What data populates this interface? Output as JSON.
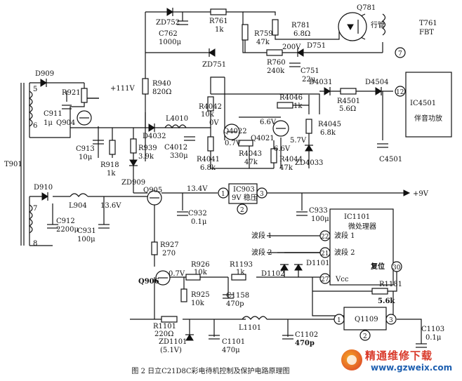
{
  "caption": "图 2 日立C21D8C彩电待机控制及保护电路原理图",
  "watermark": {
    "title": "精通维修下载",
    "url": "www.gzweix.com"
  },
  "labels": {
    "D909": "D909",
    "R921": "R921",
    "v111": "+111V",
    "C911": "C911",
    "C911v": "1μ",
    "Q904": "Q904",
    "C913": "C913",
    "C913v": "10μ",
    "R918": "R918",
    "R918v": "1k",
    "T901": "T901",
    "pin5": "5",
    "pin6": "6",
    "pin7": "7",
    "pin8": "8",
    "ZD752": "ZD752",
    "C762": "C762",
    "C762v": "1000μ",
    "R761": "R761",
    "R761v": "1k",
    "R759": "R759",
    "R759v": "47k",
    "R781": "R781",
    "R781v": "6.8Ω",
    "Q781": "Q781",
    "Q781n": "行管",
    "T761": "T761",
    "FBT": "FBT",
    "p7": "7",
    "ZD751": "ZD751",
    "v200": "200V",
    "D751": "D751",
    "R760": "R760",
    "R760v": "240k",
    "C751": "C751",
    "C751v": "22μ",
    "R940": "R940",
    "R940v": "820Ω",
    "D4031": "D4031",
    "D4504": "D4504",
    "R4501": "R4501",
    "R4501v": "5.6Ω",
    "IC4501": "IC4501",
    "IC4501n": "伴音功放",
    "p12": "12",
    "C4501": "C4501",
    "R4042": "R4042",
    "R4042v": "10k",
    "R4046": "R4046",
    "R4046v": "1k",
    "v0": "0V",
    "v66a": "6.6V",
    "R4045": "R4045",
    "R4045v": "6.8k",
    "L4010": "L4010",
    "D4032": "D4032",
    "C4012": "C4012",
    "C4012v": "330μ",
    "R939": "R939",
    "R939v": "3.9k",
    "R4041": "R4041",
    "R4041v": "6.8k",
    "Q4022": "Q4022",
    "v07a": "0.7V",
    "Q4021": "Q4021",
    "R4043": "R4043",
    "R4043v": "47k",
    "v66b": "6.6V",
    "v57": "5.7V",
    "R4044": "R4044",
    "R4044v": "47k",
    "ZD4033": "ZD4033",
    "ZD909": "ZD909",
    "Q905": "Q905",
    "v134": "13.4V",
    "IC903": "IC903",
    "IC903n": "9V 稳压",
    "p1": "1",
    "p2": "2",
    "p3": "3",
    "v9": "+9V",
    "C932": "C932",
    "C932v": "0.1μ",
    "C933": "C933",
    "C933v": "100μ",
    "D910": "D910",
    "L904": "L904",
    "v136": "13.6V",
    "C912": "C912",
    "C912v": "2200μ",
    "C931": "C931",
    "C931v": "100μ",
    "IC1101": "IC1101",
    "IC1101n": "微处理器",
    "band1": "波段 1",
    "band2": "波段 2",
    "p22": "22",
    "p21": "21",
    "p27": "27",
    "p30": "30",
    "reset": "复位",
    "vcc": "Vcc",
    "R927": "R927",
    "R927v": "270",
    "R926": "R926",
    "R926v": "10k",
    "R1193": "R1193",
    "R1193v": "1k",
    "D1101": "D1101",
    "D1102": "D1102",
    "Q906": "Q906",
    "v07b": "0.7V",
    "R925": "R925",
    "R925v": "10k",
    "C1158": "C1158",
    "C1158v": "470p",
    "R1181": "R1181",
    "R1181v": "5.6k",
    "R1101": "R1101",
    "R1101v": "220Ω",
    "ZD1101": "ZD1101",
    "ZD1101v": "(5.1V)",
    "C1101": "C1101",
    "C1101v": "470μ",
    "L1101": "L1101",
    "C1102": "C1102",
    "C1102v": "470p",
    "Q1109": "Q1109",
    "C1103": "C1103",
    "C1103v": "0.1μ"
  }
}
